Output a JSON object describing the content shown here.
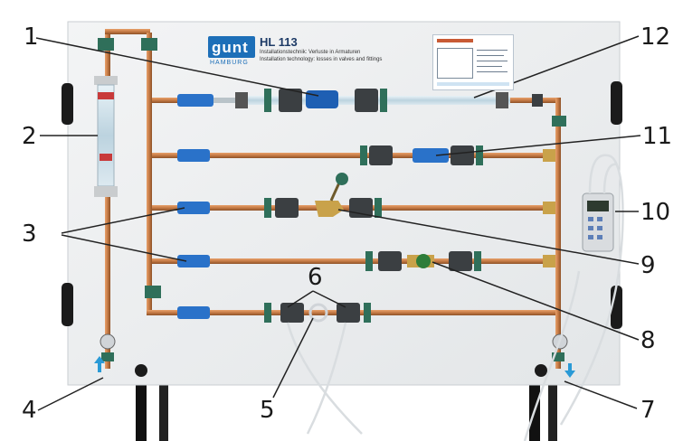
{
  "header": {
    "brand": "gunt",
    "brand_sub": "HAMBURG",
    "model": "HL 113",
    "description_de": "Installationstechnik: Verluste in Armaturen",
    "description_en": "Installation technology: losses in valves and fittings"
  },
  "callouts": [
    "1",
    "2",
    "3",
    "4",
    "5",
    "6",
    "7",
    "8",
    "9",
    "10",
    "11",
    "12"
  ],
  "colors": {
    "panel": "#eef0f1",
    "copper": "#c47a45",
    "pipe_fitting": "#2f6f5a",
    "valve_blue": "#2a72c9",
    "brass": "#c9a24a",
    "leg": "#1a1a1a"
  }
}
